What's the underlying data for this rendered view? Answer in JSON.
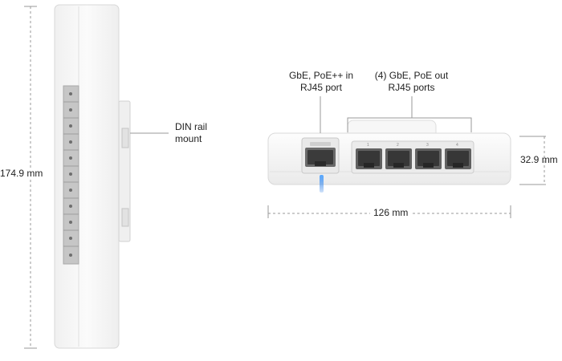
{
  "labels": {
    "height": "174.9 mm",
    "din_rail": "DIN rail",
    "din_mount": "mount",
    "uplink_line1": "GbE, PoE++ in",
    "uplink_line2": "RJ45 port",
    "outputs_line1": "(4) GbE, PoE out",
    "outputs_line2": "RJ45 ports",
    "depth": "32.9 mm",
    "width": "126 mm"
  },
  "port_marks": [
    "1",
    "2",
    "3",
    "4"
  ],
  "colors": {
    "device_body": "#f6f6f6",
    "device_edge": "#dcdcdc",
    "rail_strip": "#bdbdbd",
    "status_led": "#2f8cff",
    "dimension_line": "#9a9a9a"
  }
}
